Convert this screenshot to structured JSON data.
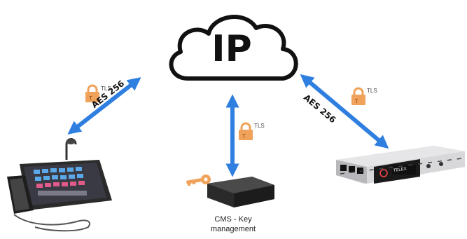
{
  "cloud": {
    "label": "IP"
  },
  "links": [
    {
      "id": "left",
      "encryption_label": "AES 256",
      "lock_label": "TLS"
    },
    {
      "id": "center",
      "lock_label": "TLS"
    },
    {
      "id": "right",
      "encryption_label": "AES 256",
      "lock_label": "TLS"
    }
  ],
  "devices": {
    "cms": {
      "caption_line1": "CMS - Key",
      "caption_line2": "management"
    },
    "rack": {
      "brand": "TELEX"
    }
  },
  "colors": {
    "arrow": "#2f7fe0",
    "lock": "#f0a25a",
    "key": "#f0a25a",
    "cloud_outline": "#111111"
  }
}
